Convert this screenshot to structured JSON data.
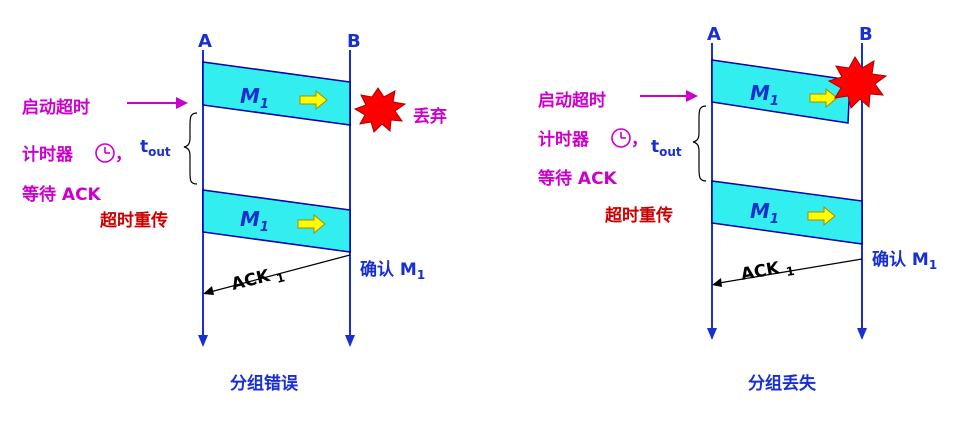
{
  "colors": {
    "timeline": "#1a2fd0",
    "frame_fill": "#33eeee",
    "frame_stroke": "#0000aa",
    "magenta": "#cc00cc",
    "dark_red": "#cc0000",
    "burst": "#ff0000",
    "arrow_fill": "#ffff00",
    "arrow_stroke": "#aa8800",
    "ack_text": "#000000"
  },
  "left": {
    "node_a": "A",
    "node_b": "B",
    "frame1_label": "M",
    "frame1_sub": "1",
    "frame2_label": "M",
    "frame2_sub": "1",
    "drop_label": "丢弃",
    "start_timer": "启动超时",
    "timer_line": "计时器",
    "timer_comma": "，",
    "wait_ack": "等待 ACK",
    "tout_main": "t",
    "tout_sub": "out",
    "retransmit": "超时重传",
    "ack_label": "ACK",
    "ack_sub": "1",
    "confirm_label": "确认 M",
    "confirm_sub": "1",
    "caption": "分组错误"
  },
  "right": {
    "node_a": "A",
    "node_b": "B",
    "frame1_label": "M",
    "frame1_sub": "1",
    "frame2_label": "M",
    "frame2_sub": "1",
    "start_timer": "启动超时",
    "timer_line": "计时器",
    "timer_comma": "，",
    "wait_ack": "等待 ACK",
    "tout_main": "t",
    "tout_sub": "out",
    "retransmit": "超时重传",
    "ack_label": "ACK",
    "ack_sub": "1",
    "confirm_label": "确认 M",
    "confirm_sub": "1",
    "caption": "分组丢失"
  }
}
